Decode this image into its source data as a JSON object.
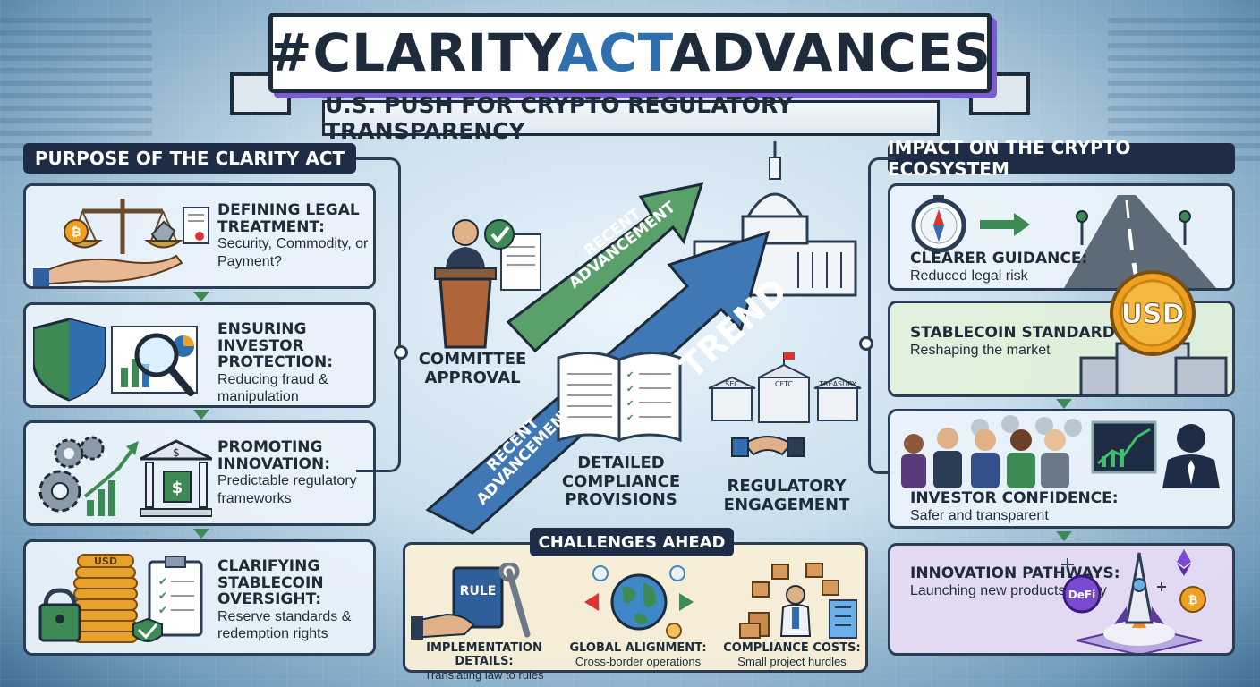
{
  "title": {
    "part1": "#CLARITY",
    "part2": "ACT",
    "part3": "ADVANCES"
  },
  "subtitle": "U.S. PUSH FOR CRYPTO REGULATORY TRANSPARENCY",
  "left": {
    "header": "PURPOSE OF THE CLARITY ACT",
    "cards": [
      {
        "title": "DEFINING LEGAL TREATMENT:",
        "desc": "Security, Commodity, or Payment?",
        "icon": "scales-icon"
      },
      {
        "title": "ENSURING INVESTOR PROTECTION:",
        "desc": "Reducing fraud & manipulation",
        "icon": "shield-magnifier-icon"
      },
      {
        "title": "PROMOTING INNOVATION:",
        "desc": "Predictable regulatory frameworks",
        "icon": "gears-bank-icon"
      },
      {
        "title": "CLARIFYING STABLECOIN OVERSIGHT:",
        "desc": "Reserve standards & redemption rights",
        "icon": "coins-clipboard-icon"
      }
    ],
    "coin_label": "USD",
    "bank_symbol": "$"
  },
  "right": {
    "header": "IMPACT ON THE CRYPTO ECOSYSTEM",
    "cards": [
      {
        "title": "CLEARER GUIDANCE:",
        "desc": "Reduced legal risk",
        "icon": "compass-road-icon"
      },
      {
        "title": "STABLECOIN STANDARDS:",
        "desc": "Reshaping the market",
        "icon": "usd-coin-icon"
      },
      {
        "title": "INVESTOR CONFIDENCE:",
        "desc": "Safer and transparent",
        "icon": "investors-icon"
      },
      {
        "title": "INNOVATION PATHWAYS:",
        "desc": "Launching new products safely",
        "icon": "rocket-icon"
      }
    ],
    "coin_label": "USD",
    "defi_label": "DeFi"
  },
  "center": {
    "arrow_green_text_1": "RECENT",
    "arrow_green_text_2": "ADVANCEMENT",
    "arrow_blue_text_1": "RECENT",
    "arrow_blue_text_2": "ADVANCEMENT",
    "trend_text": "TREND",
    "committee_1": "COMMITTEE",
    "committee_2": "APPROVAL",
    "detailed_1": "DETAILED",
    "detailed_2": "COMPLIANCE",
    "detailed_3": "PROVISIONS",
    "regulatory_1": "REGULATORY",
    "regulatory_2": "ENGAGEMENT",
    "agencies": [
      "SEC",
      "CFTC",
      "TREASURY"
    ]
  },
  "challenges": {
    "header": "CHALLENGES AHEAD",
    "rule_label": "RULE",
    "items": [
      {
        "title": "IMPLEMENTATION DETAILS:",
        "desc": "Translating law to rules",
        "icon": "rulebook-icon"
      },
      {
        "title": "GLOBAL ALIGNMENT:",
        "desc": "Cross-border operations",
        "icon": "globe-icon"
      },
      {
        "title": "COMPLIANCE COSTS:",
        "desc": "Small project hurdles",
        "icon": "boxes-person-icon"
      }
    ]
  },
  "colors": {
    "navy": "#1e2d45",
    "green": "#3e8a55",
    "blue": "#2f6fb0",
    "purple": "#7a5bd0"
  }
}
